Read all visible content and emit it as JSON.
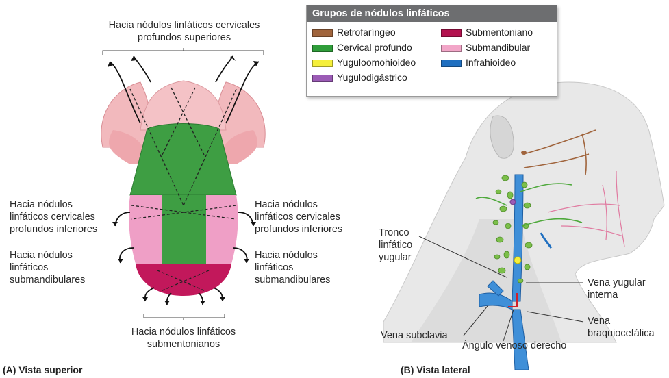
{
  "labels": {
    "top": "Hacia nódulos linfáticos cervicales\nprofundos superiores",
    "left_inferior": "Hacia nódulos\nlinfáticos cervicales\nprofundos inferiores",
    "left_submandibular": "Hacia nódulos\nlinfáticos\nsubmandibulares",
    "right_inferior": "Hacia nódulos\nlinfáticos cervicales\nprofundos inferiores",
    "right_submandibular": "Hacia nódulos\nlinfáticos\nsubmandibulares",
    "bottom": "Hacia nódulos linfáticos\nsubmentonianos",
    "tronco": "Tronco\nlinfático\nyugular",
    "vena_yugular": "Vena yugular\ninterna",
    "vena_braquio": "Vena\nbraquiocefálica",
    "vena_subclavia": "Vena subclavia",
    "angulo": "Ángulo venoso derecho"
  },
  "captions": {
    "a": "(A) Vista superior",
    "b": "(B) Vista lateral"
  },
  "legend": {
    "title": "Grupos de nódulos linfáticos",
    "items": [
      {
        "label": "Retrofaríngeo",
        "color": "#a0643c"
      },
      {
        "label": "Submentoniano",
        "color": "#b3124f"
      },
      {
        "label": "Cervical profundo",
        "color": "#2f9d3a"
      },
      {
        "label": "Submandibular",
        "color": "#f2a6c8"
      },
      {
        "label": "Yuguloomohioideo",
        "color": "#f5ef3a"
      },
      {
        "label": "Infrahioideo",
        "color": "#1f6fc0"
      },
      {
        "label": "Yugulodigástrico",
        "color": "#9b5bb5"
      }
    ]
  }
}
